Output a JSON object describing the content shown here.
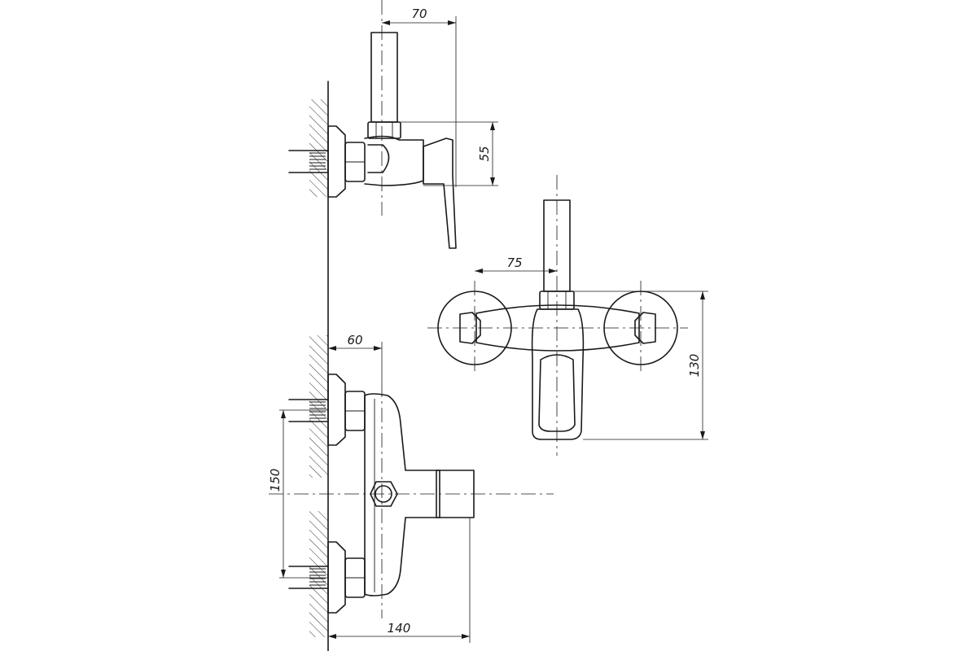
{
  "drawing": {
    "type": "technical-drawing",
    "views": [
      "side-view",
      "front-view",
      "top-view"
    ],
    "dimensions": {
      "side_spout_offset": "70",
      "side_body_height": "55",
      "front_spindle_offset": "75",
      "front_height": "130",
      "top_wall_to_center": "60",
      "top_inlet_spacing": "150",
      "top_total_depth": "140"
    }
  }
}
